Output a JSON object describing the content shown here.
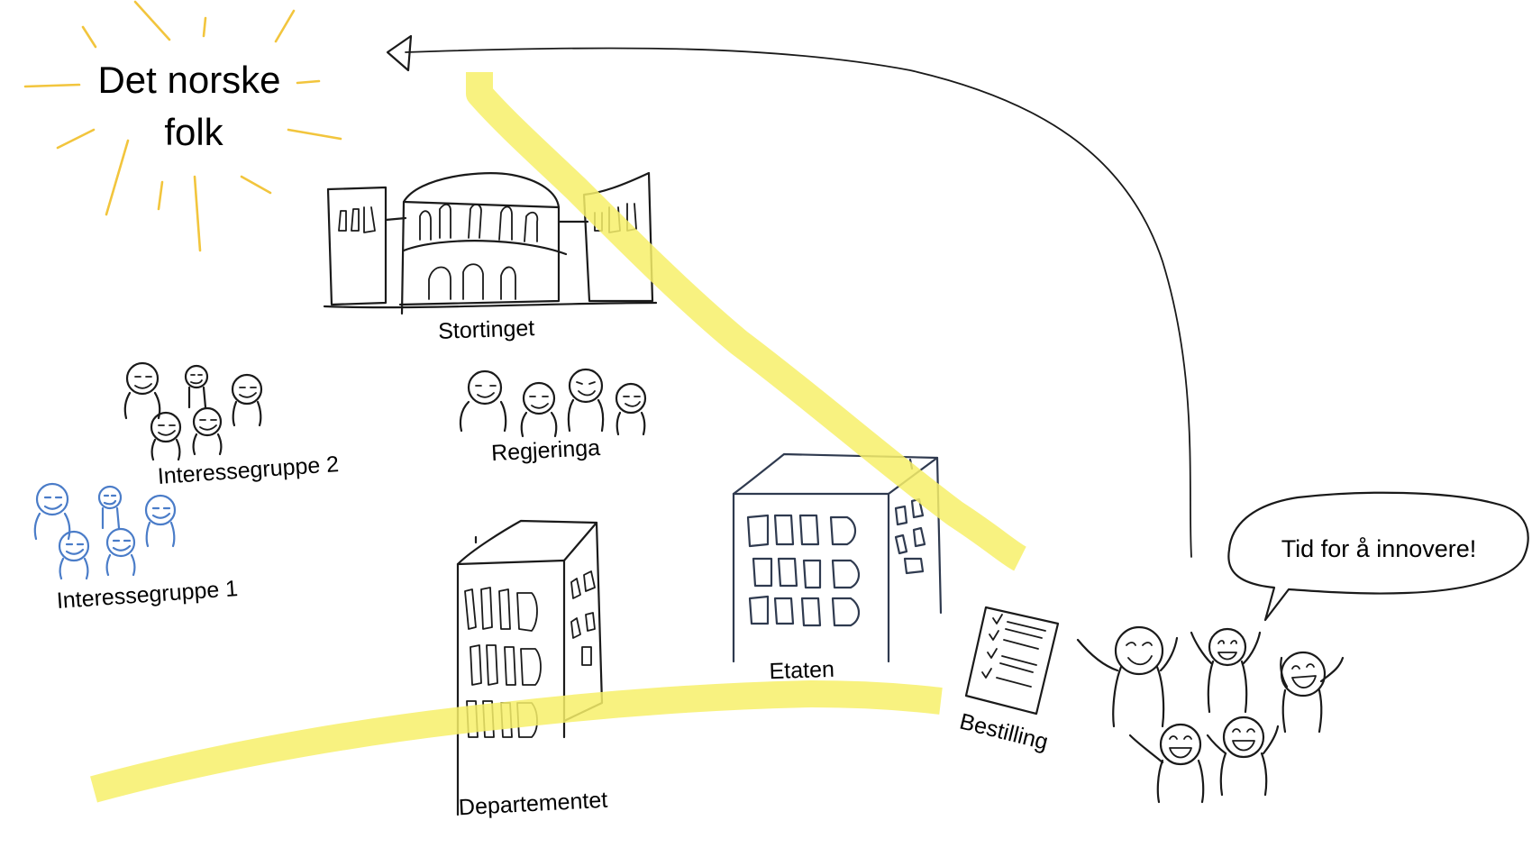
{
  "title": {
    "line1": "Det norske",
    "line2": "folk"
  },
  "labels": {
    "stortinget": "Stortinget",
    "regjeringa": "Regjeringa",
    "interessegruppe2": "Interessegruppe 2",
    "interessegruppe1": "Interessegruppe 1",
    "departementet": "Departementet",
    "etaten": "Etaten",
    "bestilling": "Bestilling"
  },
  "speech": {
    "text": "Tid for å innovere!"
  },
  "colors": {
    "sun_rays": "#f2c53d",
    "highlighter": "#f7f06a",
    "interest_group_1": "#4a7cc8",
    "ink": "#1a1a1a",
    "etaten_ink": "#2f3a4f"
  },
  "icons": {
    "sun": "sun-rays-icon",
    "parliament": "parliament-building-icon",
    "office_tower": "office-building-icon",
    "checklist": "checklist-document-icon",
    "arrow": "arrowhead-icon",
    "people": "stick-figure-icon"
  }
}
